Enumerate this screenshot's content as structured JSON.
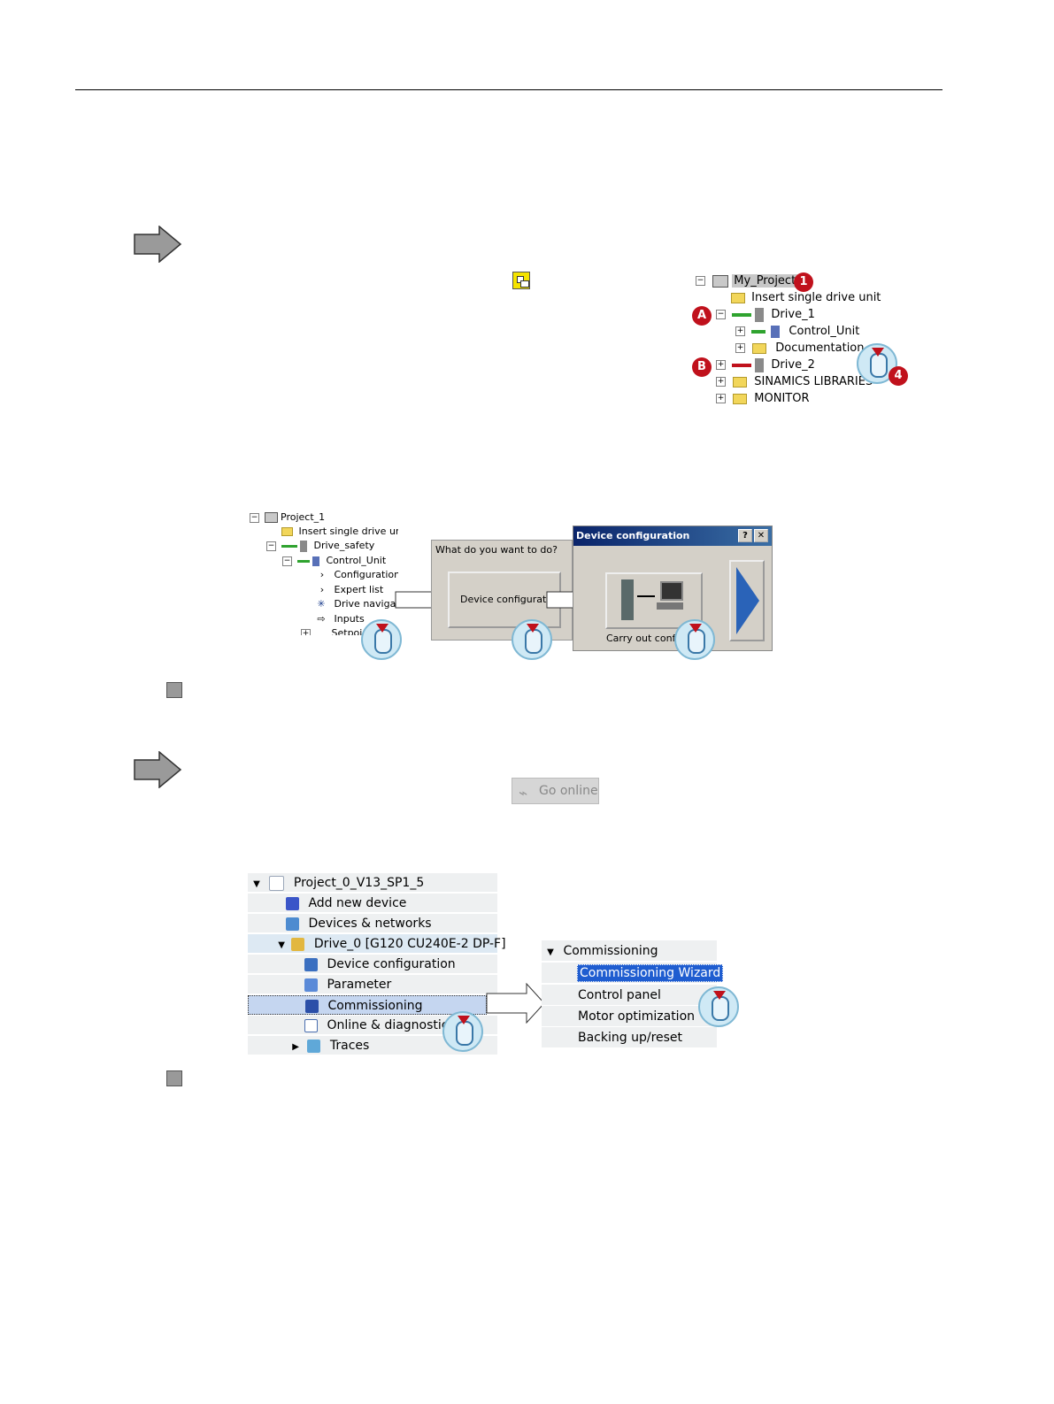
{
  "step1": {
    "tree": {
      "project": "My_Project",
      "insert": "Insert single drive unit",
      "drive1": "Drive_1",
      "control_unit": "Control_Unit",
      "documentation": "Documentation",
      "drive2": "Drive_2",
      "libraries": "SINAMICS LIBRARIES",
      "monitor": "MONITOR"
    },
    "badges": {
      "b1": "1",
      "bA": "A",
      "bB": "B",
      "b4": "4"
    }
  },
  "step2": {
    "tree": {
      "project": "Project_1",
      "insert": "Insert single drive unit",
      "drive": "Drive_safety",
      "control_unit": "Control_Unit",
      "configuration": "Configuration",
      "expert_list": "Expert list",
      "navigator": "Drive navigato",
      "inputs": "Inputs",
      "setpoint": "Setpoi"
    },
    "dialog_question": "What do you want to do?",
    "device_config_button": "Device configuratio",
    "dialog_title": "Device configuration",
    "help_btn": "?",
    "close_btn": "✕",
    "carry_out": "Carry out config"
  },
  "go_online": "Go online",
  "step3": {
    "tree": {
      "project": "Project_0_V13_SP1_5",
      "add_device": "Add new device",
      "devices_networks": "Devices & networks",
      "drive": "Drive_0 [G120 CU240E-2 DP-F]",
      "device_configuration": "Device configuration",
      "parameter": "Parameter",
      "commissioning": "Commissioning",
      "online_diagnostics": "Online & diagnostics",
      "traces": "Traces"
    },
    "menu": {
      "header": "Commissioning",
      "wizard": "Commissioning Wizard",
      "control_panel": "Control panel",
      "motor_opt": "Motor optimization",
      "backup": "Backing up/reset"
    }
  }
}
